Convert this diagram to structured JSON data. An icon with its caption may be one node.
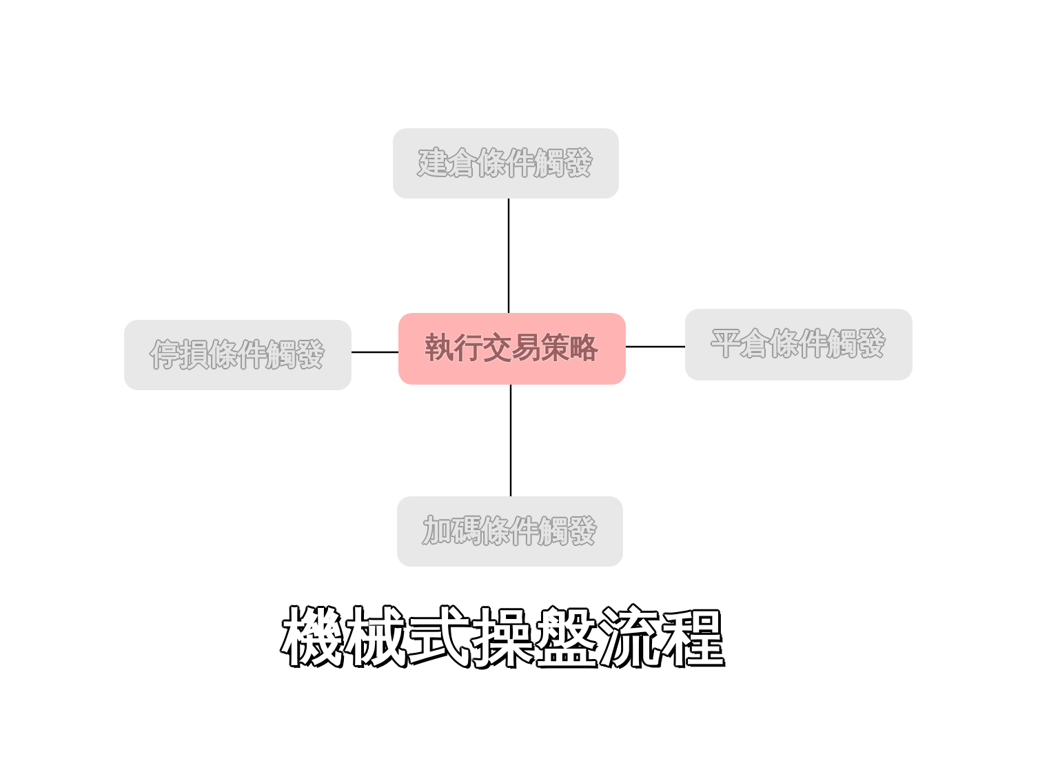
{
  "diagram": {
    "title": "機械式操盤流程",
    "nodes": [
      {
        "text": [
          "建倉條件觸發"
        ]
      },
      {
        "text": [
          "停損條件觸發"
        ]
      },
      {
        "text": [
          "執行交易策略"
        ]
      },
      {
        "text": [
          "平倉條件觸發"
        ]
      },
      {
        "text": [
          "加碼條件觸發"
        ]
      }
    ],
    "edges": [
      {
        "from": 2,
        "to": 0,
        "arrow": "none"
      },
      {
        "from": 2,
        "to": 1,
        "arrow": "none"
      },
      {
        "from": 2,
        "to": 3,
        "arrow": "none"
      },
      {
        "from": 2,
        "to": 4,
        "arrow": "none"
      }
    ]
  }
}
